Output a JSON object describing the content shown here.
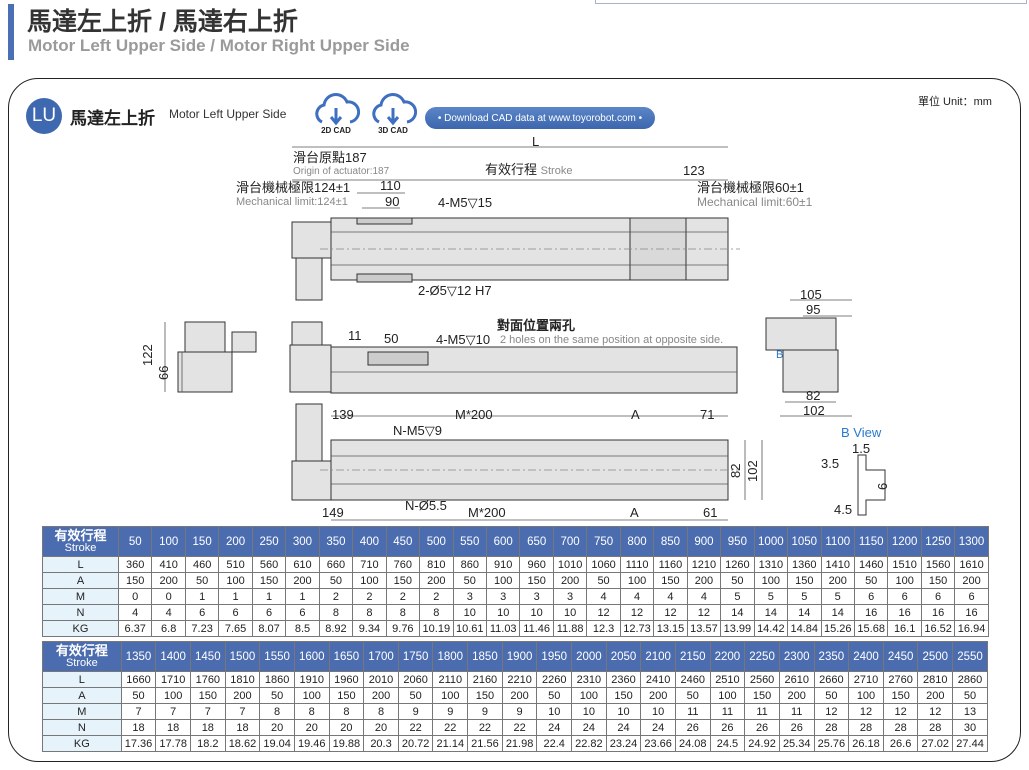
{
  "header": {
    "title": "馬達左上折 / 馬達右上折",
    "subtitle": "Motor Left Upper Side / Motor Right Upper Side"
  },
  "section": {
    "badge": "LU",
    "title": "馬達左上折",
    "subtitle": "Motor Left Upper Side",
    "cad_2d": "2D CAD",
    "cad_3d": "3D CAD",
    "download": "• Download CAD data at www.toyorobot.com •",
    "unit": "單位 Unit：mm"
  },
  "drawing": {
    "L": "L",
    "origin_cn": "滑台原點187",
    "origin_en": "Origin of actuator:187",
    "stroke_cn": "有效行程",
    "stroke_en": "Stroke",
    "d123": "123",
    "mech_left_cn": "滑台機械極限124±1",
    "mech_left_en": "Mechanical limit:124±1",
    "d110": "110",
    "d90": "90",
    "m5_15": "4-M5▽15",
    "mech_right_cn": "滑台機械極限60±1",
    "mech_right_en": "Mechanical limit:60±1",
    "pin": "2-Ø5▽12 H7",
    "d105": "105",
    "d95": "95",
    "d11": "11",
    "d50": "50",
    "m5_10": "4-M5▽10",
    "opp_cn": "對面位置兩孔",
    "opp_en": "2 holes on the same position at opposite side.",
    "d122": "122",
    "d66": "66",
    "B": "B",
    "d82": "82",
    "d102": "102",
    "d139": "139",
    "m200a": "M*200",
    "A1": "A",
    "d71": "71",
    "nm5": "N-M5▽9",
    "bview": "B View",
    "d1_5": "1.5",
    "d3_5": "3.5",
    "d6": "6",
    "d4_5": "4.5",
    "d82v": "82",
    "d102v": "102",
    "n55": "N-Ø5.5",
    "m200b": "M*200",
    "d149": "149",
    "A2": "A",
    "d61": "61"
  },
  "tables": [
    {
      "head_cn": "有效行程",
      "head_en": "Stroke",
      "stroke": [
        "50",
        "100",
        "150",
        "200",
        "250",
        "300",
        "350",
        "400",
        "450",
        "500",
        "550",
        "600",
        "650",
        "700",
        "750",
        "800",
        "850",
        "900",
        "950",
        "1000",
        "1050",
        "1100",
        "1150",
        "1200",
        "1250",
        "1300"
      ],
      "rows": [
        {
          "label": "L",
          "values": [
            "360",
            "410",
            "460",
            "510",
            "560",
            "610",
            "660",
            "710",
            "760",
            "810",
            "860",
            "910",
            "960",
            "1010",
            "1060",
            "1110",
            "1160",
            "1210",
            "1260",
            "1310",
            "1360",
            "1410",
            "1460",
            "1510",
            "1560",
            "1610"
          ]
        },
        {
          "label": "A",
          "values": [
            "150",
            "200",
            "50",
            "100",
            "150",
            "200",
            "50",
            "100",
            "150",
            "200",
            "50",
            "100",
            "150",
            "200",
            "50",
            "100",
            "150",
            "200",
            "50",
            "100",
            "150",
            "200",
            "50",
            "100",
            "150",
            "200"
          ]
        },
        {
          "label": "M",
          "values": [
            "0",
            "0",
            "1",
            "1",
            "1",
            "1",
            "2",
            "2",
            "2",
            "2",
            "3",
            "3",
            "3",
            "3",
            "4",
            "4",
            "4",
            "4",
            "5",
            "5",
            "5",
            "5",
            "6",
            "6",
            "6",
            "6"
          ]
        },
        {
          "label": "N",
          "values": [
            "4",
            "4",
            "6",
            "6",
            "6",
            "6",
            "8",
            "8",
            "8",
            "8",
            "10",
            "10",
            "10",
            "10",
            "12",
            "12",
            "12",
            "12",
            "14",
            "14",
            "14",
            "14",
            "16",
            "16",
            "16",
            "16"
          ]
        },
        {
          "label": "KG",
          "values": [
            "6.37",
            "6.8",
            "7.23",
            "7.65",
            "8.07",
            "8.5",
            "8.92",
            "9.34",
            "9.76",
            "10.19",
            "10.61",
            "11.03",
            "11.46",
            "11.88",
            "12.3",
            "12.73",
            "13.15",
            "13.57",
            "13.99",
            "14.42",
            "14.84",
            "15.26",
            "15.68",
            "16.1",
            "16.52",
            "16.94"
          ]
        }
      ]
    },
    {
      "head_cn": "有效行程",
      "head_en": "Stroke",
      "stroke": [
        "1350",
        "1400",
        "1450",
        "1500",
        "1550",
        "1600",
        "1650",
        "1700",
        "1750",
        "1800",
        "1850",
        "1900",
        "1950",
        "2000",
        "2050",
        "2100",
        "2150",
        "2200",
        "2250",
        "2300",
        "2350",
        "2400",
        "2450",
        "2500",
        "2550"
      ],
      "rows": [
        {
          "label": "L",
          "values": [
            "1660",
            "1710",
            "1760",
            "1810",
            "1860",
            "1910",
            "1960",
            "2010",
            "2060",
            "2110",
            "2160",
            "2210",
            "2260",
            "2310",
            "2360",
            "2410",
            "2460",
            "2510",
            "2560",
            "2610",
            "2660",
            "2710",
            "2760",
            "2810",
            "2860"
          ]
        },
        {
          "label": "A",
          "values": [
            "50",
            "100",
            "150",
            "200",
            "50",
            "100",
            "150",
            "200",
            "50",
            "100",
            "150",
            "200",
            "50",
            "100",
            "150",
            "200",
            "50",
            "100",
            "150",
            "200",
            "50",
            "100",
            "150",
            "200",
            "50"
          ]
        },
        {
          "label": "M",
          "values": [
            "7",
            "7",
            "7",
            "7",
            "8",
            "8",
            "8",
            "8",
            "9",
            "9",
            "9",
            "9",
            "10",
            "10",
            "10",
            "10",
            "11",
            "11",
            "11",
            "11",
            "12",
            "12",
            "12",
            "12",
            "13"
          ]
        },
        {
          "label": "N",
          "values": [
            "18",
            "18",
            "18",
            "18",
            "20",
            "20",
            "20",
            "20",
            "22",
            "22",
            "22",
            "22",
            "24",
            "24",
            "24",
            "24",
            "26",
            "26",
            "26",
            "26",
            "28",
            "28",
            "28",
            "28",
            "30"
          ]
        },
        {
          "label": "KG",
          "values": [
            "17.36",
            "17.78",
            "18.2",
            "18.62",
            "19.04",
            "19.46",
            "19.88",
            "20.3",
            "20.72",
            "21.14",
            "21.56",
            "21.98",
            "22.4",
            "22.82",
            "23.24",
            "23.66",
            "24.08",
            "24.5",
            "24.92",
            "25.34",
            "25.76",
            "26.18",
            "26.6",
            "27.02",
            "27.44"
          ]
        }
      ]
    }
  ],
  "colors": {
    "accent": "#4b6db0",
    "row_label_bg": "#e6f3fb",
    "body": "#e3e3e3"
  }
}
